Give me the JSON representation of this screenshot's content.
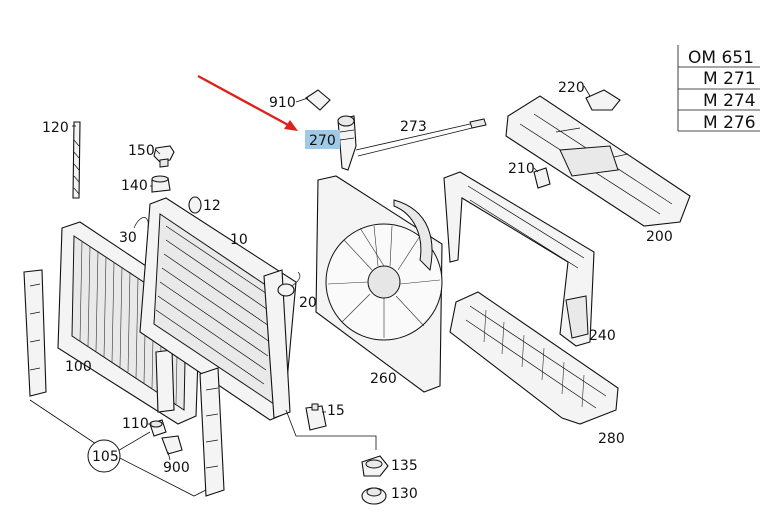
{
  "engines": [
    "OM 651",
    "M 271",
    "M 274",
    "M 276"
  ],
  "labels": {
    "p120": "120",
    "p150": "150",
    "p140": "140",
    "p12": "12",
    "p30": "30",
    "p10": "10",
    "p910": "910",
    "p270": "270",
    "p273": "273",
    "p20": "20",
    "p220": "220",
    "p210": "210",
    "p200": "200",
    "p240": "240",
    "p100": "100",
    "p260": "260",
    "p280": "280",
    "p15": "15",
    "p110": "110",
    "p105": "105",
    "p900": "900",
    "p135": "135",
    "p130": "130"
  },
  "highlight": {
    "part": "270",
    "color": "#9fc9e6"
  },
  "arrow": {
    "color": "#e0201b",
    "target": "270"
  }
}
